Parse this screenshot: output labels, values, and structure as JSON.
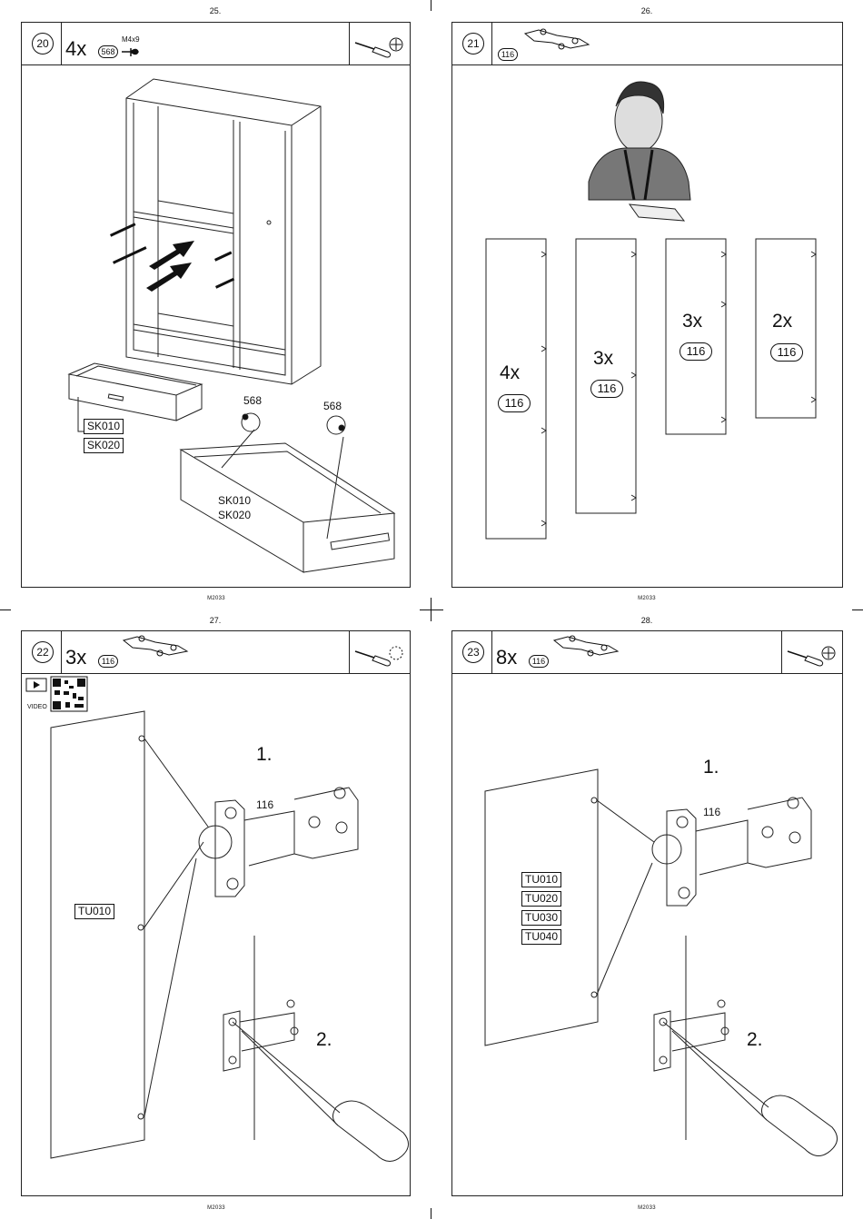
{
  "page_numbers": [
    "25.",
    "26.",
    "27.",
    "28."
  ],
  "model_code": "M2033",
  "steps": [
    {
      "number": "20",
      "quantity": "4x",
      "part_id": "568",
      "screw_size": "M4x9",
      "part_callouts": [
        "568",
        "568"
      ],
      "drawer_labels": [
        "SK010",
        "SK020"
      ],
      "drawer_text": [
        "SK010",
        "SK020"
      ]
    },
    {
      "number": "21",
      "part_id": "116",
      "doors": [
        {
          "quantity": "4x",
          "part_id": "116"
        },
        {
          "quantity": "3x",
          "part_id": "116"
        },
        {
          "quantity": "3x",
          "part_id": "116"
        },
        {
          "quantity": "2x",
          "part_id": "116"
        }
      ]
    },
    {
      "number": "22",
      "quantity": "3x",
      "part_id": "116",
      "video_label": "VIDEO",
      "substep_1": "1.",
      "substep_2": "2.",
      "hinge_callout": "116",
      "door_label": "TU010"
    },
    {
      "number": "23",
      "quantity": "8x",
      "part_id": "116",
      "substep_1": "1.",
      "substep_2": "2.",
      "hinge_callout": "116",
      "door_labels": [
        "TU010",
        "TU020",
        "TU030",
        "TU040"
      ]
    }
  ]
}
